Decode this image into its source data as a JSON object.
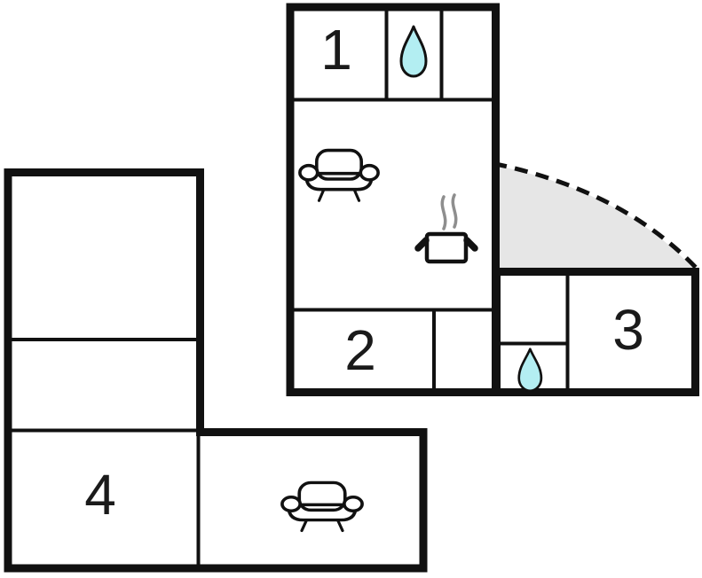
{
  "floorplan": {
    "title": "holiday-home-floor-plan",
    "colors": {
      "wall": "#111111",
      "digit": "#1a1a1a",
      "water": "#b3eef2",
      "terrace": "#e6e6e6",
      "steam": "#8e8e8e"
    },
    "rooms": [
      {
        "id": "room-1",
        "label": "1"
      },
      {
        "id": "room-2",
        "label": "2"
      },
      {
        "id": "room-3",
        "label": "3"
      },
      {
        "id": "room-4",
        "label": "4"
      }
    ],
    "icons": [
      {
        "name": "water-drop-icon",
        "count": 2
      },
      {
        "name": "sofa-icon",
        "count": 2
      },
      {
        "name": "cooking-pot-icon",
        "count": 1
      },
      {
        "name": "terrace-dashed-arc",
        "count": 1
      }
    ]
  }
}
